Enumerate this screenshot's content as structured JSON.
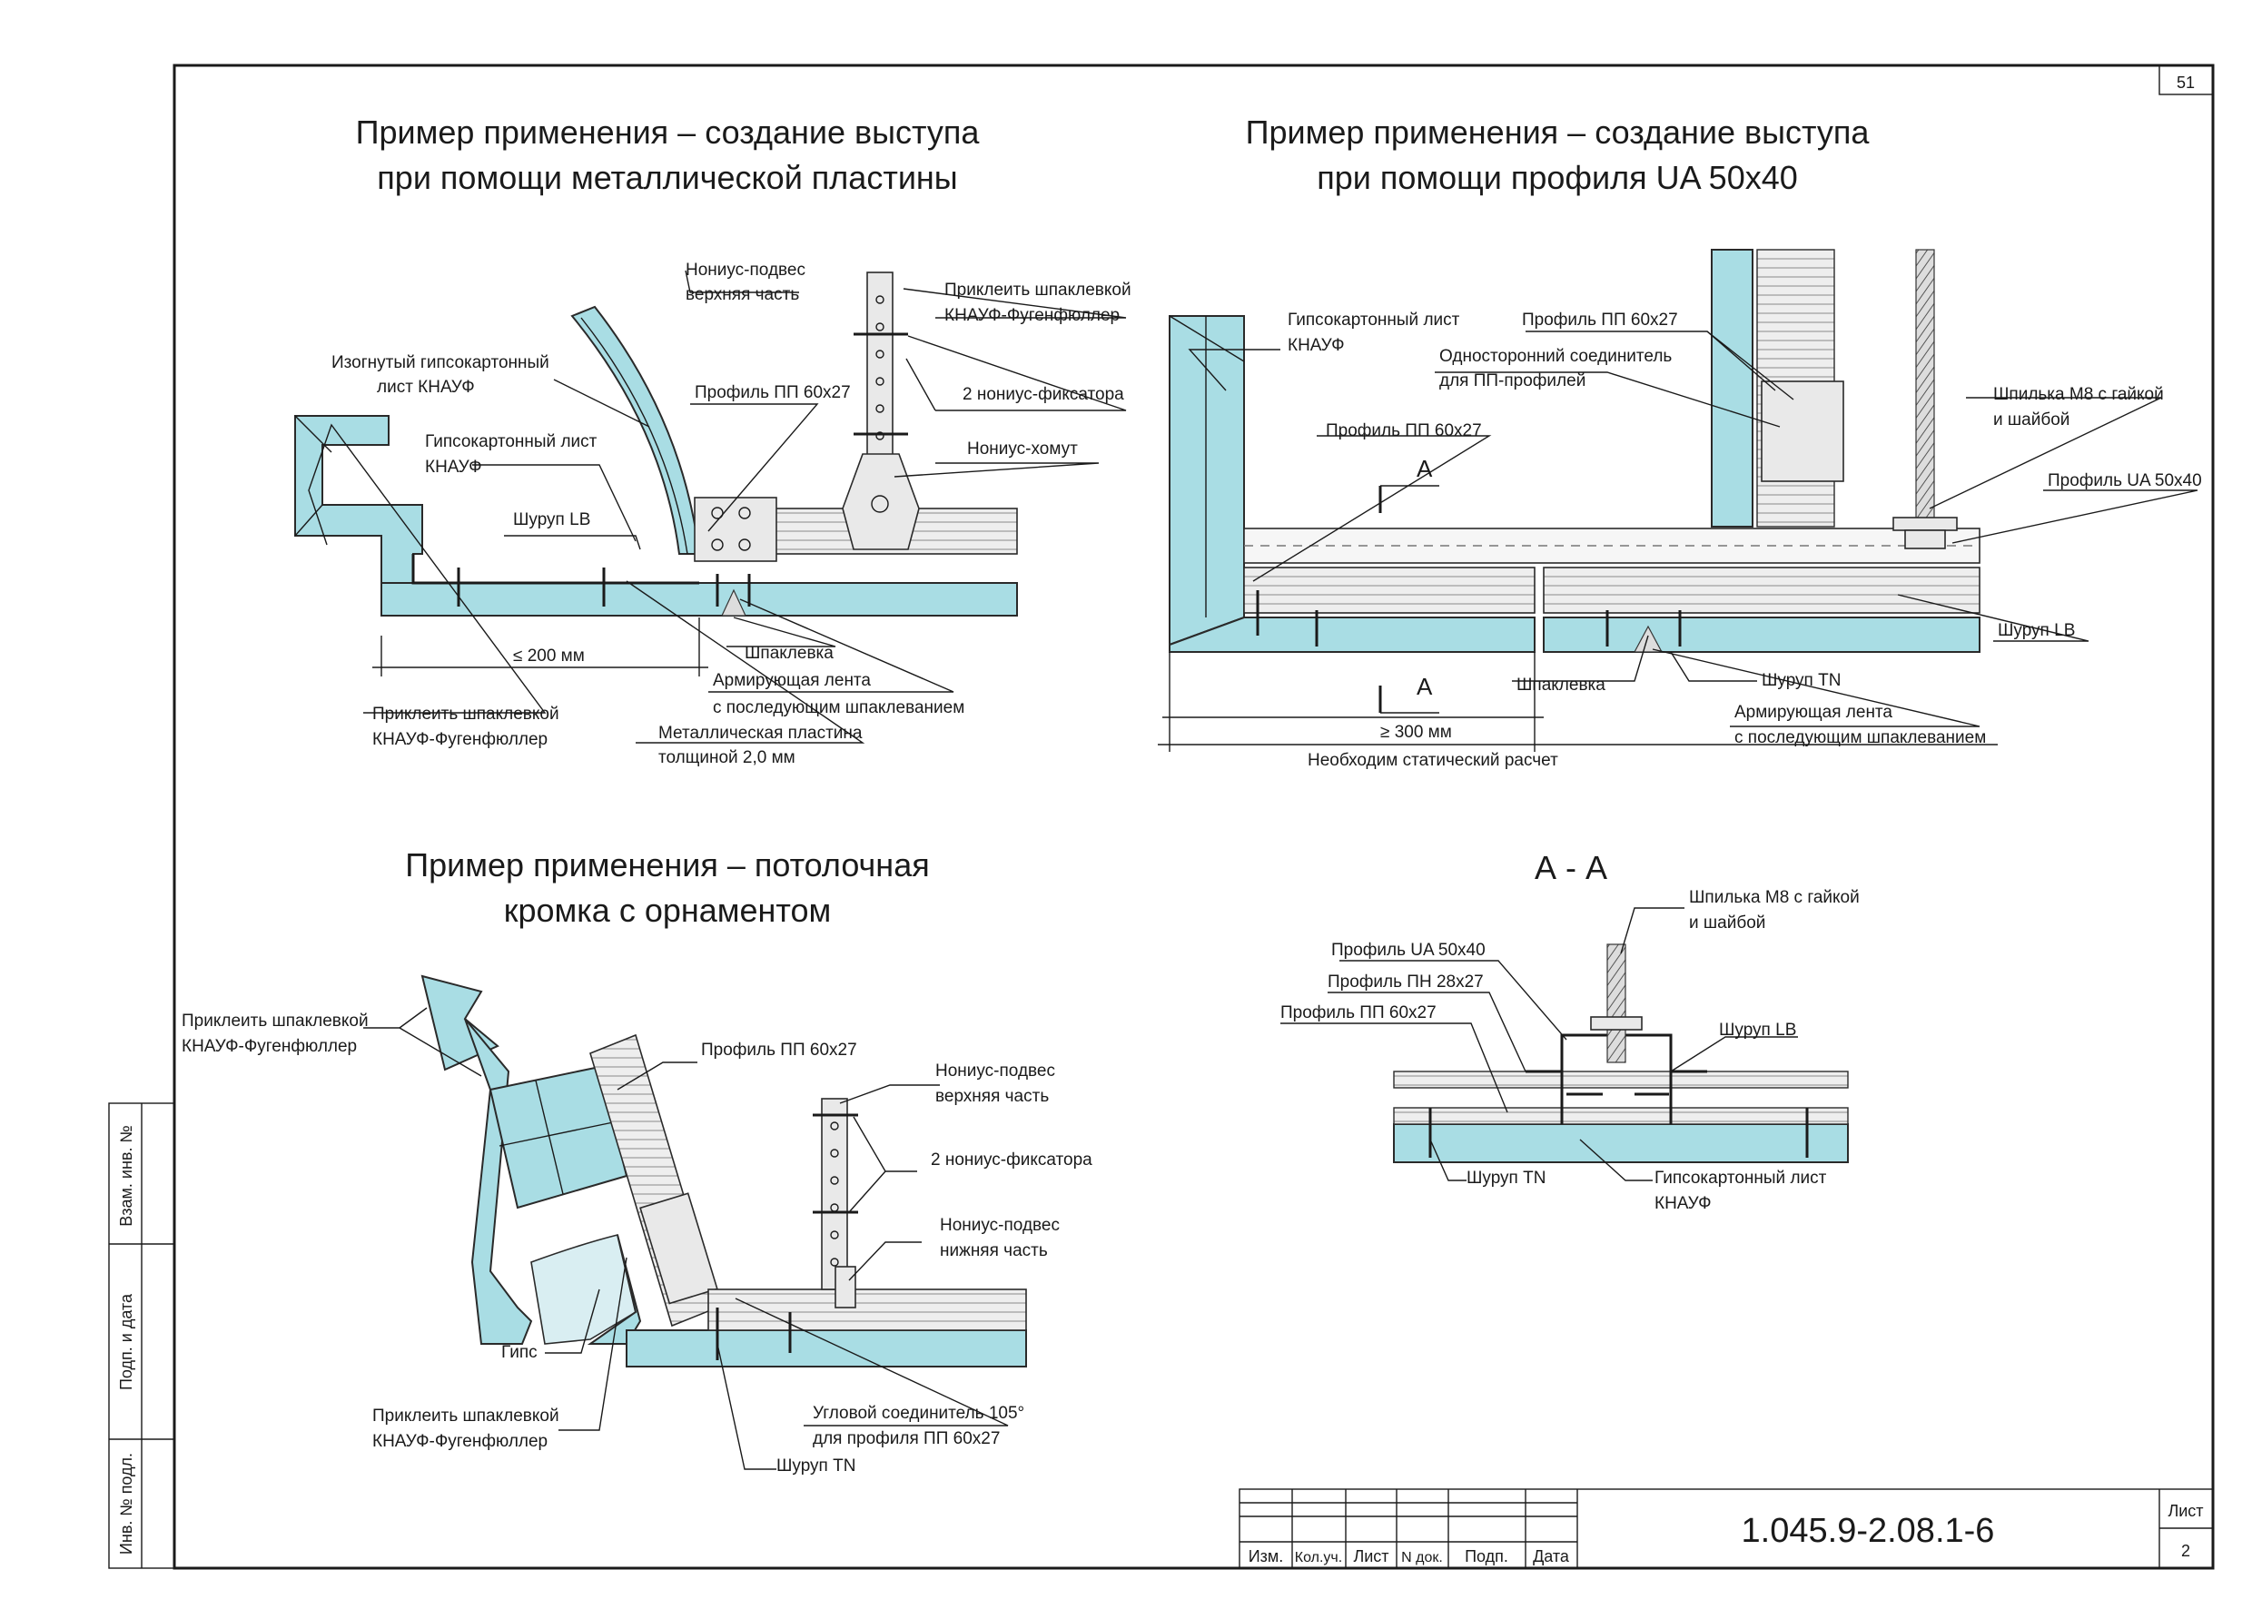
{
  "sheet": {
    "page_number": "51",
    "doc_code": "1.045.9-2.08.1-6",
    "sheet_label": "Лист",
    "sheet_number": "2",
    "stamp_columns": [
      "Изм.",
      "Кол.уч.",
      "Лист",
      "N док.",
      "Подп.",
      "Дата"
    ],
    "side_fields": [
      "Взам. инв. №",
      "Подп. и дата",
      "Инв. № подл."
    ]
  },
  "fig1": {
    "title_line1": "Пример применения – создание выступа",
    "title_line2": "при помощи металлической пластины",
    "labels": {
      "nonius_top1": "Нониус-подвес",
      "nonius_top2": "верхняя часть",
      "glue_a1": "Приклеить шпаклевкой",
      "glue_a2": "КНАУФ-Фугенфюллер",
      "bent1": "Изогнутый гипсокартонный",
      "bent2": "лист КНАУФ",
      "pp": "Профиль ПП 60х27",
      "fix": "2 нониус-фиксатора",
      "clamp": "Нониус-хомут",
      "gkl1": "Гипсокартонный лист",
      "gkl2": "КНАУФ",
      "screw": "Шуруп LB",
      "dim": "≤ 200 мм",
      "putty": "Шпаклевка",
      "tape1": "Армирующая лента",
      "tape2": "с последующим шпаклеванием",
      "glue_b1": "Приклеить шпаклевкой",
      "glue_b2": "КНАУФ-Фугенфюллер",
      "plate1": "Металлическая пластина",
      "plate2": "толщиной 2,0 мм"
    }
  },
  "fig2": {
    "title_line1": "Пример применения – создание выступа",
    "title_line2": "при помощи профиля UA 50х40",
    "labels": {
      "gkl1": "Гипсокартонный лист",
      "gkl2": "КНАУФ",
      "pp_a": "Профиль ПП 60х27",
      "conn1": "Односторонний соединитель",
      "conn2": "для ПП-профилей",
      "pp_b": "Профиль ПП 60х27",
      "stud1": "Шпилька М8 с гайкой",
      "stud2": "и шайбой",
      "ua": "Профиль UA 50х40",
      "sec": "А",
      "screw_lb": "Шуруп LB",
      "putty": "Шпаклевка",
      "screw_tn": "Шуруп TN",
      "tape1": "Армирующая лента",
      "tape2": "с последующим шпаклеванием",
      "dim": "≥ 300 мм",
      "calc": "Необходим статический расчет"
    }
  },
  "fig3": {
    "title_line1": "Пример применения – потолочная",
    "title_line2": "кромка с орнаментом",
    "labels": {
      "glue_a1": "Приклеить шпаклевкой",
      "glue_a2": "КНАУФ-Фугенфюллер",
      "pp": "Профиль ПП 60х27",
      "nonius_top1": "Нониус-подвес",
      "nonius_top2": "верхняя часть",
      "fix": "2 нониус-фиксатора",
      "nonius_bot1": "Нониус-подвес",
      "nonius_bot2": "нижняя часть",
      "gips": "Гипс",
      "glue_b1": "Приклеить шпаклевкой",
      "glue_b2": "КНАУФ-Фугенфюллер",
      "corner1": "Угловой соединитель 105°",
      "corner2": "для профиля ПП 60х27",
      "screw": "Шуруп TN"
    }
  },
  "fig4": {
    "title": "А - А",
    "labels": {
      "stud1": "Шпилька М8 с гайкой",
      "stud2": "и шайбой",
      "ua": "Профиль UA 50х40",
      "pn": "Профиль ПН 28х27",
      "pp": "Профиль ПП 60х27",
      "screw_lb": "Шуруп LB",
      "screw_tn": "Шуруп TN",
      "gkl1": "Гипсокартонный лист",
      "gkl2": "КНАУФ"
    }
  },
  "colors": {
    "gkl_fill": "#a9dde4",
    "line": "#1a1a1a",
    "metal": "#e9e9e9"
  }
}
